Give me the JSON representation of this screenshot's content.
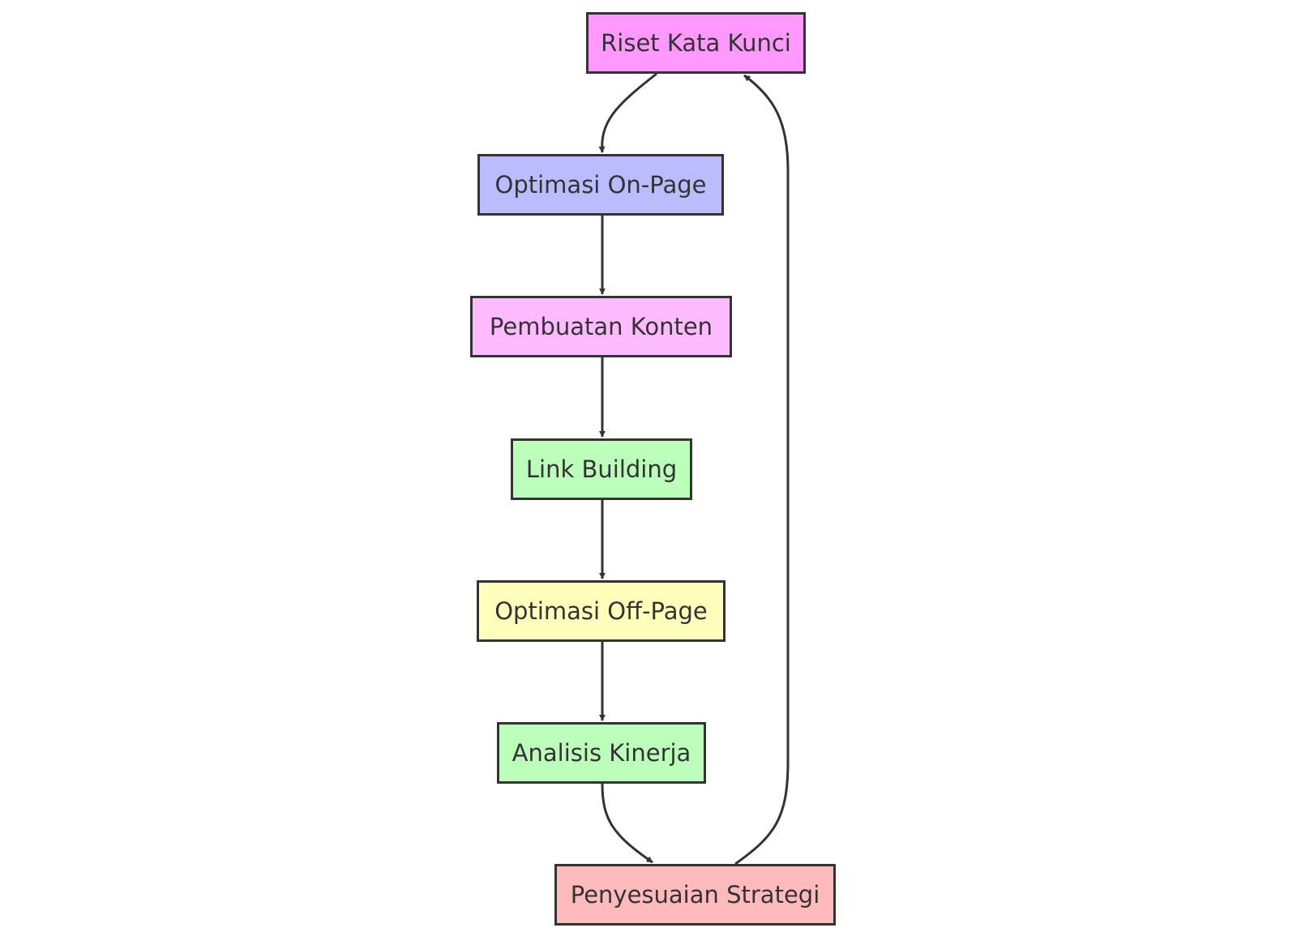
{
  "nodes": [
    {
      "label": "Riset Kata Kunci",
      "color": "#FF99FF"
    },
    {
      "label": "Optimasi On-Page",
      "color": "#BBBBFF"
    },
    {
      "label": "Pembuatan Konten",
      "color": "#FFBBFF"
    },
    {
      "label": "Link Building",
      "color": "#BBFFBB"
    },
    {
      "label": "Optimasi Off-Page",
      "color": "#FFFFBB"
    },
    {
      "label": "Analisis Kinerja",
      "color": "#BBFFBB"
    },
    {
      "label": "Penyesuaian Strategi",
      "color": "#FFBBBB"
    }
  ],
  "edges": [
    {
      "from": "Riset Kata Kunci",
      "to": "Optimasi On-Page"
    },
    {
      "from": "Optimasi On-Page",
      "to": "Pembuatan Konten"
    },
    {
      "from": "Pembuatan Konten",
      "to": "Link Building"
    },
    {
      "from": "Link Building",
      "to": "Optimasi Off-Page"
    },
    {
      "from": "Optimasi Off-Page",
      "to": "Analisis Kinerja"
    },
    {
      "from": "Analisis Kinerja",
      "to": "Penyesuaian Strategi"
    },
    {
      "from": "Penyesuaian Strategi",
      "to": "Riset Kata Kunci"
    }
  ],
  "colors": {
    "stroke": "#333333",
    "text": "#333333",
    "background": "#FFFFFF"
  }
}
